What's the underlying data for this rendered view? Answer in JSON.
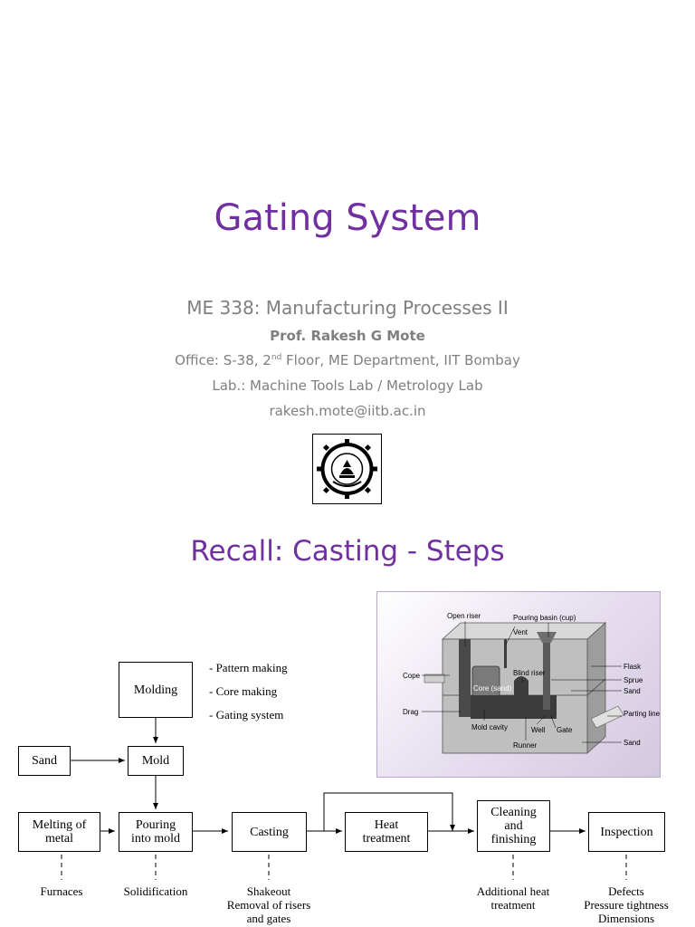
{
  "slide1": {
    "title": "Gating System",
    "course": "ME 338: Manufacturing Processes II",
    "professor": "Prof. Rakesh G Mote",
    "office": {
      "prefix": "Office: S-38, 2",
      "sup": "nd",
      "suffix": " Floor, ME Department, IIT Bombay"
    },
    "lab": "Lab.: Machine Tools Lab / Metrology Lab",
    "email": "rakesh.mote@iitb.ac.in"
  },
  "slide2": {
    "title": "Recall: Casting - Steps",
    "flow": {
      "molding": "Molding",
      "sand": "Sand",
      "mold": "Mold",
      "melting": "Melting of metal",
      "pouring": "Pouring into mold",
      "casting": "Casting",
      "heat": "Heat treatment",
      "cleaning": "Cleaning and finishing",
      "inspection": "Inspection"
    },
    "molding_bullets": [
      "-  Pattern making",
      "-  Core making",
      "-  Gating system"
    ],
    "sub_labels": {
      "melting": "Furnaces",
      "pouring": "Solidification",
      "casting": [
        "Shakeout",
        "Removal of risers",
        "and gates"
      ],
      "cleaning": [
        "Additional heat",
        "treatment"
      ],
      "inspection": [
        "Defects",
        "Pressure tightness",
        "Dimensions"
      ]
    },
    "mold_diagram": {
      "labels": {
        "open_riser": "Open riser",
        "pouring_basin": "Pouring basin (cup)",
        "vent": "Vent",
        "cope": "Cope",
        "blind_riser": "Blind riser",
        "flask": "Flask",
        "sprue": "Sprue",
        "sand_top": "Sand",
        "core": "Core (sand)",
        "drag": "Drag",
        "parting_line": "Parting line",
        "mold_cavity": "Mold cavity",
        "well": "Well",
        "gate": "Gate",
        "runner": "Runner",
        "sand_bottom": "Sand"
      }
    }
  }
}
